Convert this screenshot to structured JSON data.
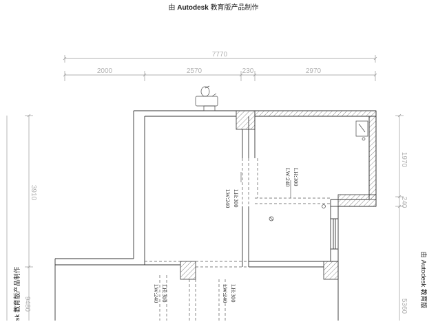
{
  "watermark": {
    "prefix": "由",
    "brand": "Autodesk",
    "suffix": "教育版产品制作",
    "left_text": "sk 教育版产品制作",
    "right_text": "由 Autodesk 教育版"
  },
  "dimensions": {
    "total_width": "7770",
    "segments": [
      "2000",
      "2570",
      "230",
      "2970"
    ],
    "left_height": "3910",
    "left_total": "9480",
    "right_top": "1970",
    "right_mid": "240",
    "right_bottom": "5360"
  },
  "lintels": {
    "a": {
      "lh": "LH:300",
      "lw": "LW:240"
    },
    "b": {
      "lh": "LH:300",
      "lw": "LW:240"
    },
    "c": {
      "lh": "LH:300",
      "lw": "LW:240"
    },
    "d": {
      "lh": "LH:300",
      "lw": "LW:240"
    }
  },
  "icons": {
    "toilet": "toilet-icon",
    "sink": "sink-icon",
    "light": "ceiling-light-icon"
  }
}
